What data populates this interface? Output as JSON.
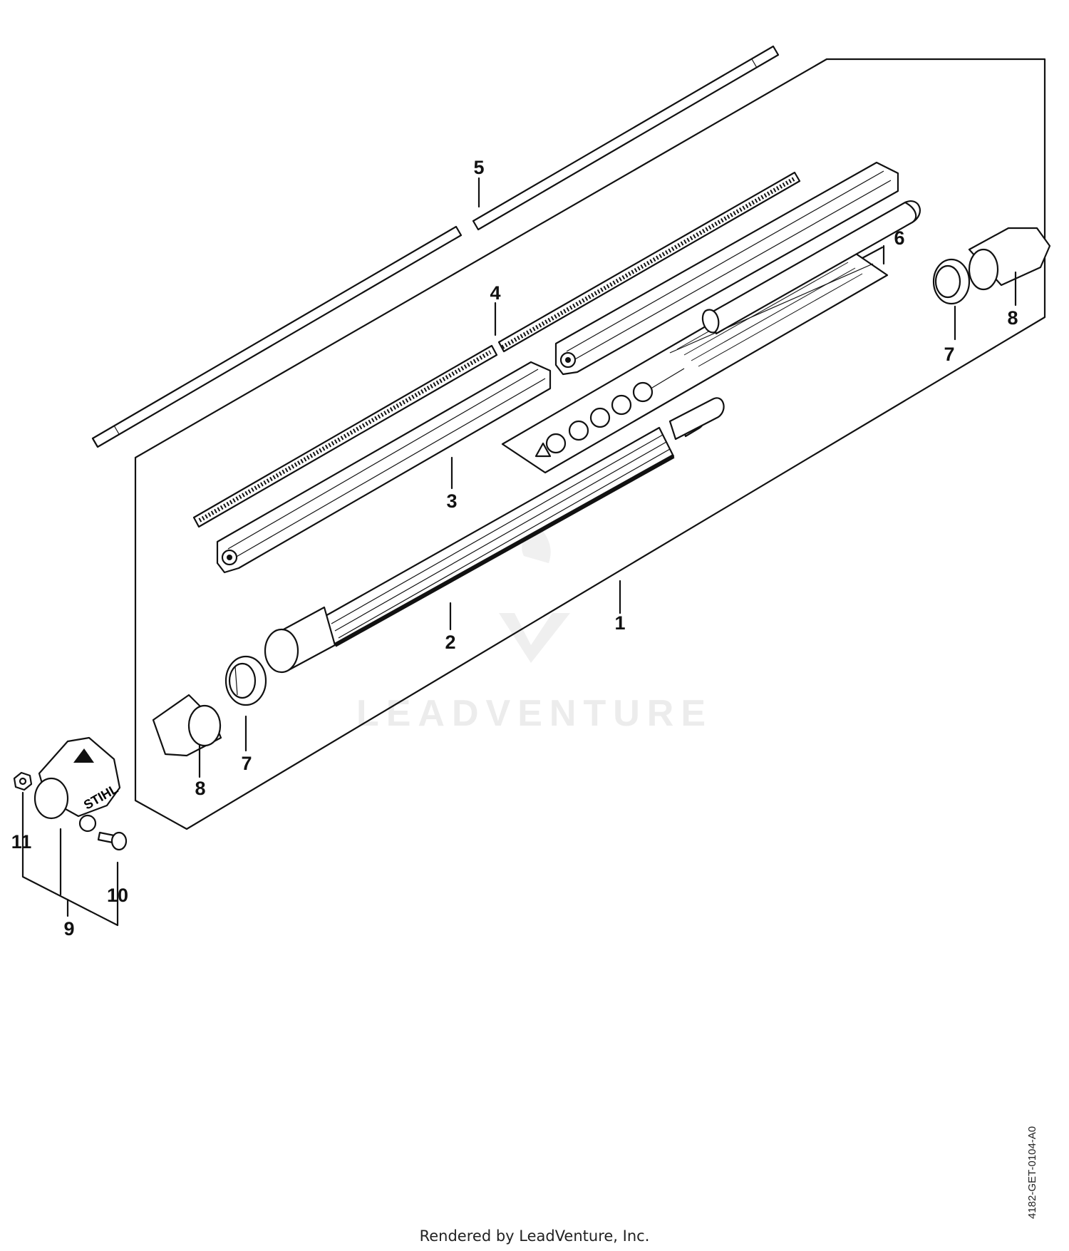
{
  "diagram": {
    "callouts": {
      "c1": "1",
      "c2": "2",
      "c3": "3",
      "c4": "4",
      "c5": "5",
      "c6": "6",
      "c7a": "7",
      "c7b": "7",
      "c8a": "8",
      "c8b": "8",
      "c9": "9",
      "c10": "10",
      "c11": "11"
    },
    "brand_mark": "STIHL",
    "watermark": "LEADVENTURE"
  },
  "footer": {
    "rendered_by": "Rendered by LeadVenture, Inc.",
    "doc_number": "4182-GET-0104-A0"
  }
}
